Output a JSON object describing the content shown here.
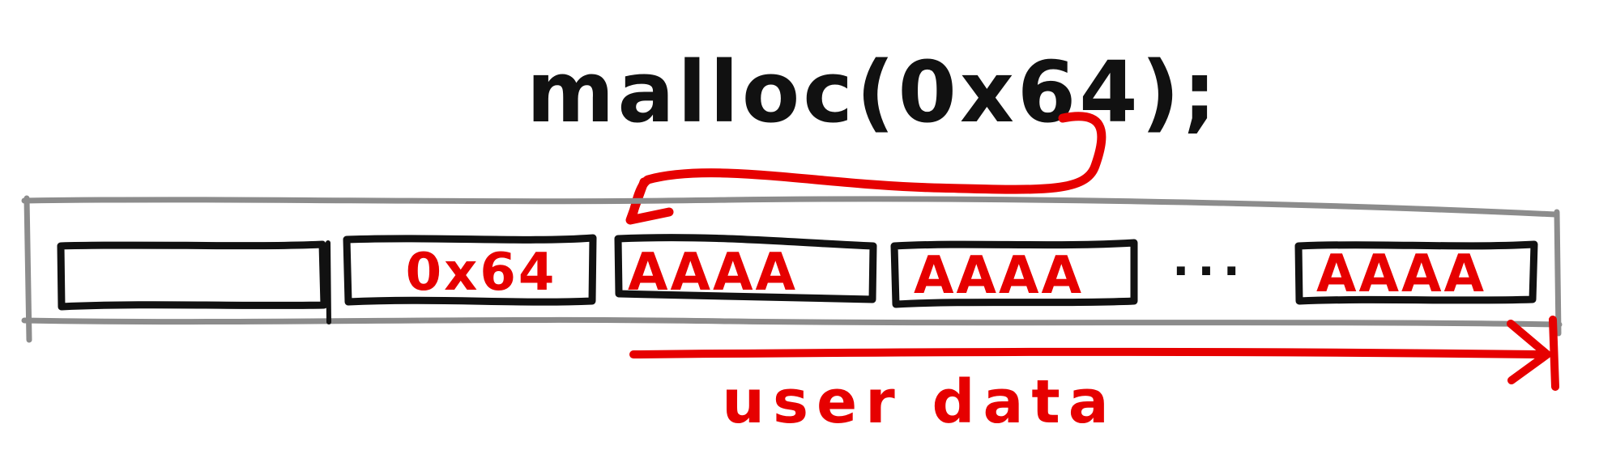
{
  "diagram": {
    "call_label": "malloc(0x64);",
    "slots": [
      {
        "id": "prev-size",
        "text": ""
      },
      {
        "id": "size",
        "text": "0x64"
      },
      {
        "id": "user-data-1",
        "text": "AAAA"
      },
      {
        "id": "user-data-2",
        "text": "AAAA"
      },
      {
        "id": "ellipsis",
        "text": "..."
      },
      {
        "id": "user-data-last",
        "text": "AAAA"
      }
    ],
    "user_data_label": "user data"
  },
  "colors": {
    "ink": "#111111",
    "highlight": "#e60000",
    "memory_outline": "#8c8c8c",
    "background": "#ffffff"
  }
}
